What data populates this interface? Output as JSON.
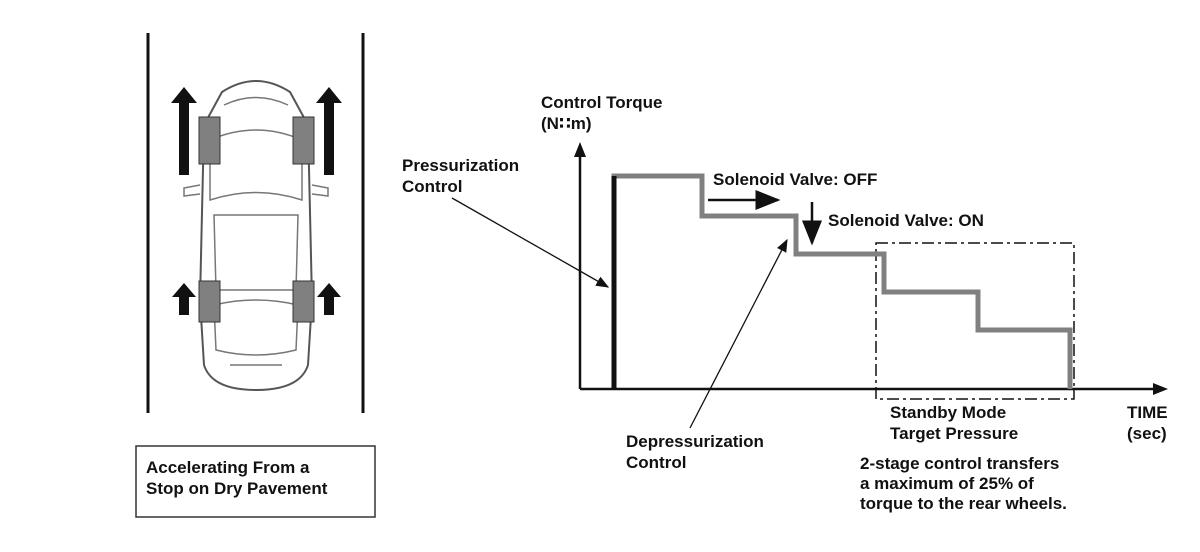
{
  "left_panel": {
    "caption_line1": "Accelerating From a",
    "caption_line2": "Stop on Dry Pavement"
  },
  "graph": {
    "y_label_line1": "Control Torque",
    "y_label_line2": "(N∷m)",
    "x_label_line1": "TIME",
    "x_label_line2": "(sec)",
    "pressurization_line1": "Pressurization",
    "pressurization_line2": "Control",
    "depressurization_line1": "Depressurization",
    "depressurization_line2": "Control",
    "solenoid_off": "Solenoid Valve: OFF",
    "solenoid_on": "Solenoid Valve: ON",
    "standby_line1": "Standby Mode",
    "standby_line2": "Target Pressure",
    "note_line1": "2-stage control transfers",
    "note_line2": "a maximum of 25% of",
    "note_line3": "torque to the rear wheels."
  },
  "colors": {
    "line": "#111111",
    "curve": "#808080"
  }
}
